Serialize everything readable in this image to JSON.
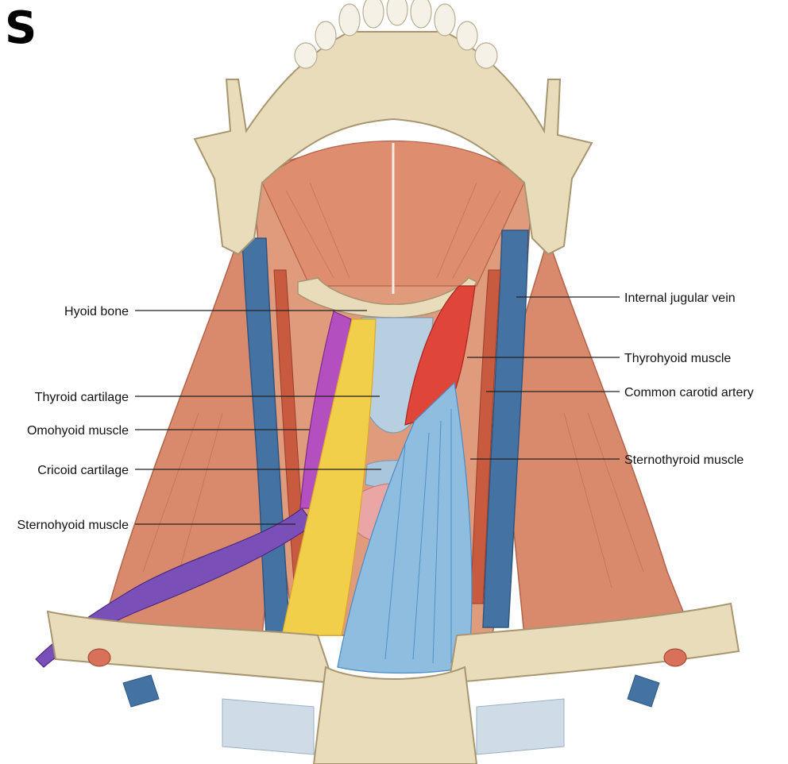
{
  "panel_letter": "S",
  "labels": {
    "hyoid_bone": "Hyoid bone",
    "thyroid_cartilage": "Thyroid cartilage",
    "omohyoid_muscle": "Omohyoid muscle",
    "cricoid_cartilage": "Cricoid cartilage",
    "sternohyoid_muscle": "Sternohyoid muscle",
    "internal_jugular_vein": "Internal jugular vein",
    "thyrohyoid_muscle": "Thyrohyoid muscle",
    "common_carotid_artery": "Common carotid artery",
    "sternothyroid_muscle": "Sternothyroid muscle"
  },
  "colors": {
    "bone": "#e6d9b8",
    "muscle": "#d9876a",
    "vein": "#3f6e9e",
    "artery": "#c8553d",
    "cartilage": "#a8c8de",
    "thyroid_gland": "#e9a3a3",
    "omohyoid_highlight": "#b44fc0",
    "omohyoid_lower_highlight": "#7b4fb8",
    "sternohyoid_highlight": "#f2cf4a",
    "thyrohyoid_highlight": "#e0453a",
    "sternothyroid_highlight": "#8fbde0"
  }
}
